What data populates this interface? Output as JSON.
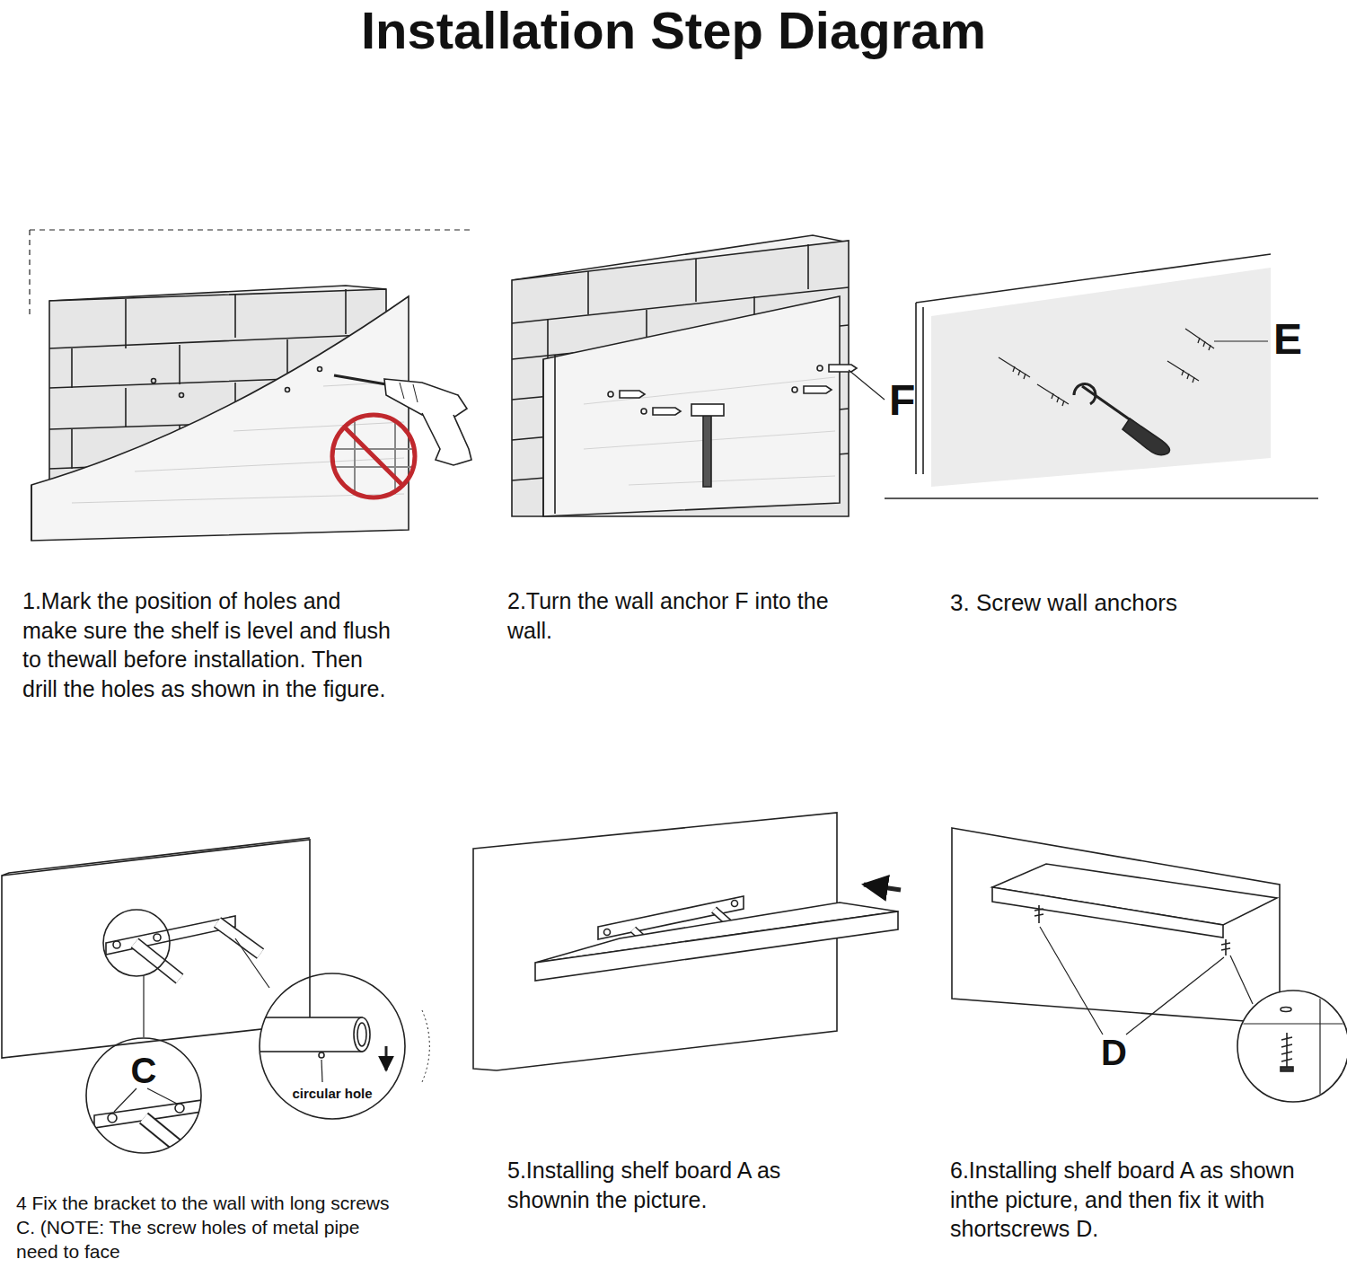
{
  "diagram": {
    "title": "Installation Step Diagram",
    "nodes": [
      {
        "text": [
          "C"
        ]
      },
      {
        "text": [
          "circular hole"
        ]
      }
    ],
    "labels": [
      "1.Mark the position of holes and make sure the shelf is level and flush to thewall before installation. Then drill the holes as shown in the figure.",
      "2.Turn the wall anchor F into the wall.",
      "F",
      "3. Screw wall anchors",
      "E",
      "4 Fix the bracket to the wall with long screws C. (NOTE: The screw holes of metal pipe need to face",
      "5.Installing shelf board A as shownin the picture.",
      "D",
      "6.Installing shelf board A as shown inthe picture, and then fix it with shortscrews D."
    ]
  }
}
